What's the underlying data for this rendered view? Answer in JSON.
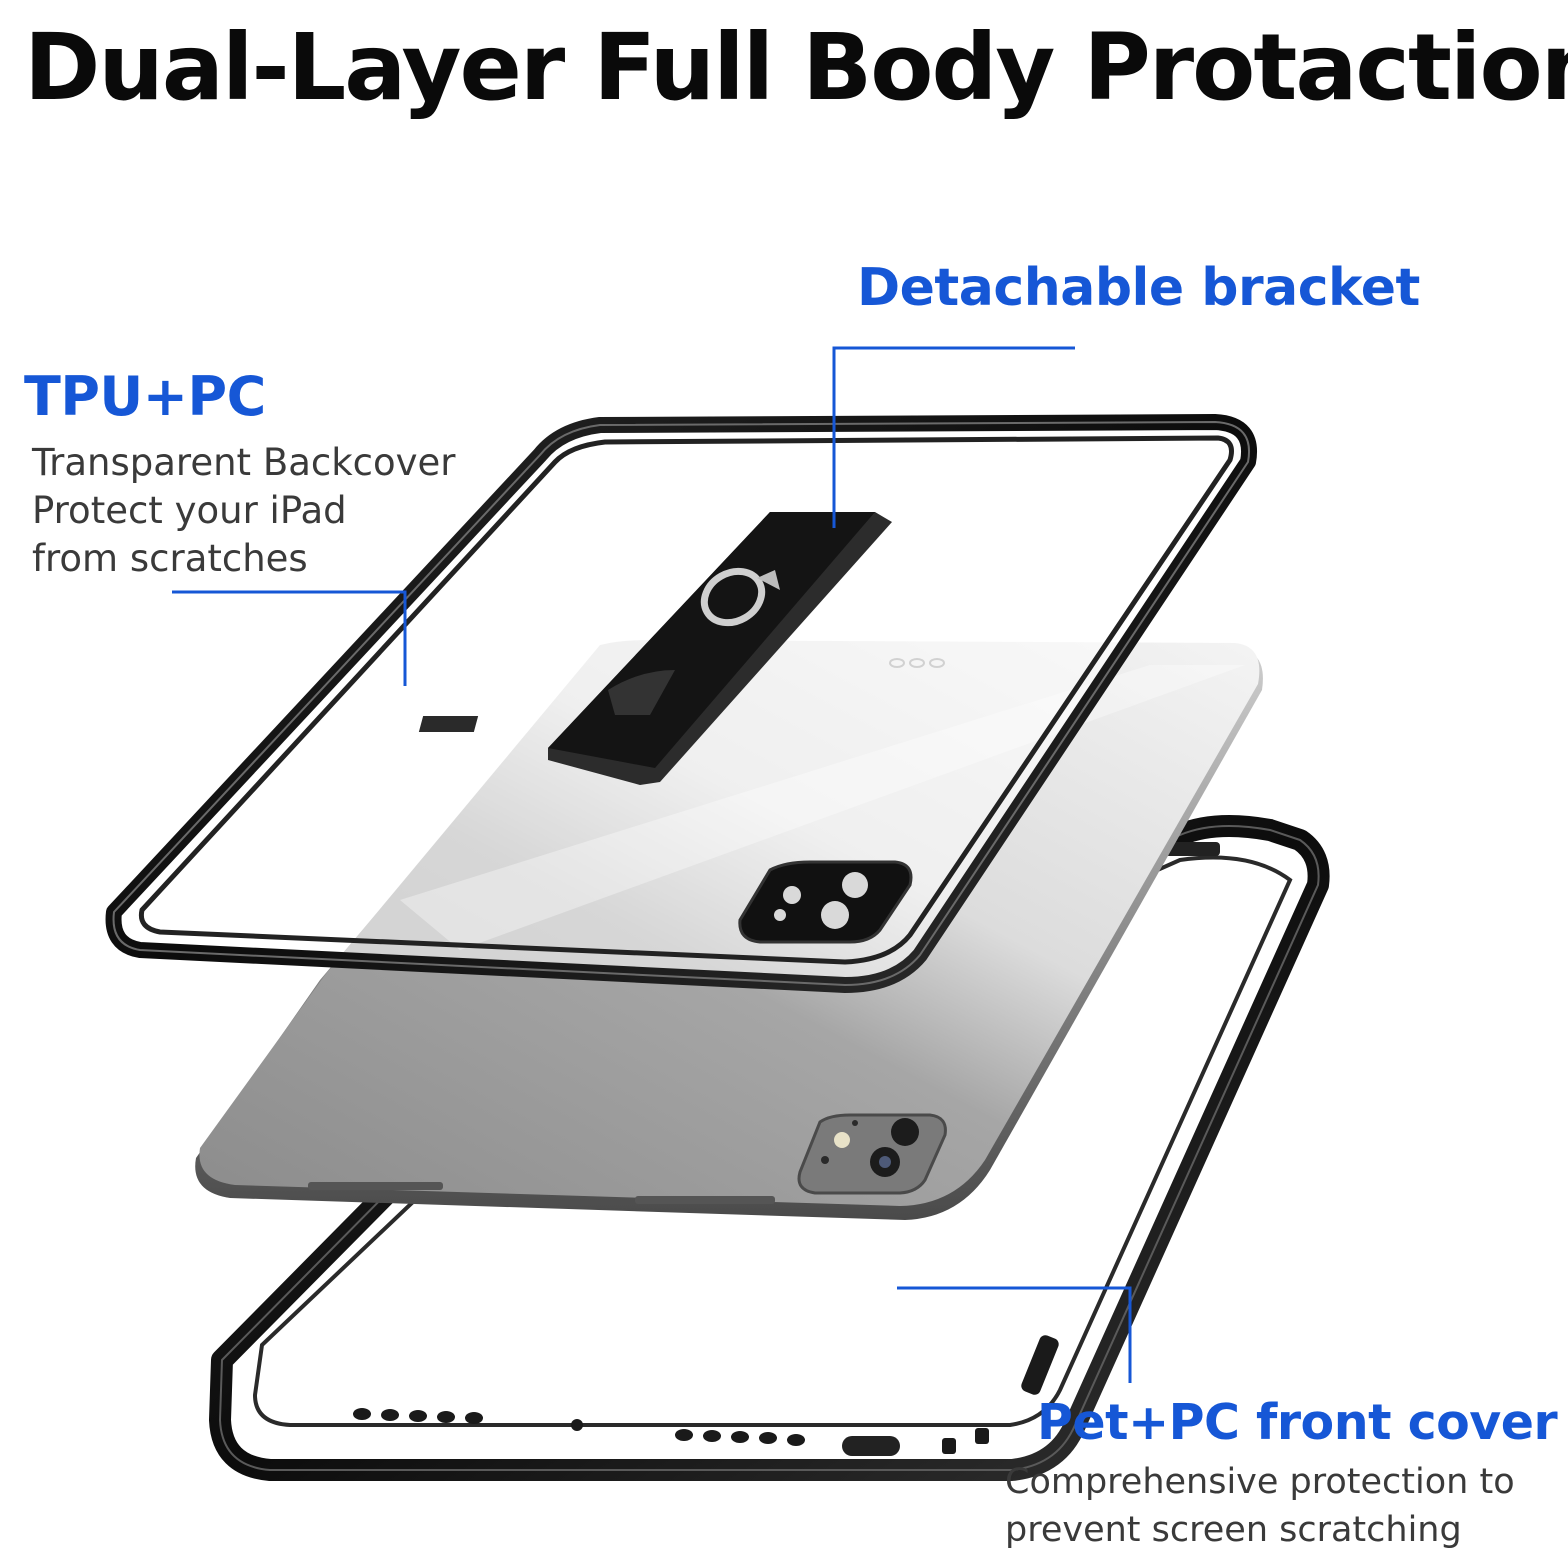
{
  "headline": "Dual-Layer Full Body Protaction",
  "callouts": {
    "tpu_pc": {
      "title": "TPU+PC",
      "lines": [
        "Transparent Backcover",
        "Protect your iPad",
        "from scratches"
      ]
    },
    "bracket": {
      "title": "Detachable bracket"
    },
    "pet_pc": {
      "title": "Pet+PC front cover",
      "lines": [
        "Comprehensive protection to",
        "prevent screen scratching"
      ]
    }
  },
  "colors": {
    "accent_blue": "#1657d6",
    "text_dark": "#0a0a0a",
    "text_body": "#3a3a3a",
    "frame_black": "#111111"
  }
}
